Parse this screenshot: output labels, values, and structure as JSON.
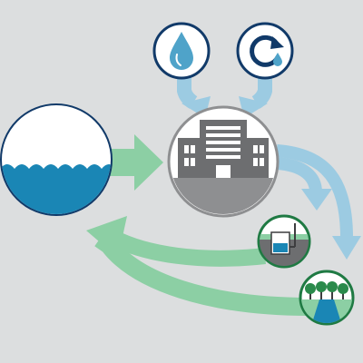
{
  "colors": {
    "background": "#dcdedf",
    "water_blue": "#1a86b5",
    "icon_blue": "#4fa3c9",
    "ring_navy": "#113a69",
    "ring_gray": "#8e8f91",
    "building_gray": "#6d6e70",
    "flow_green": "#8ccfa4",
    "flow_blue": "#9ccbe2",
    "node_green": "#1f7a43",
    "tree_green": "#2a8a4b"
  },
  "nodes": {
    "water_body": {
      "icon": "water-waves-icon"
    },
    "water_supply": {
      "icon": "water-drop-icon"
    },
    "water_reuse": {
      "icon": "recycle-water-icon"
    },
    "facility": {
      "icon": "building-icon"
    },
    "storage": {
      "icon": "storage-tank-icon"
    },
    "green_infrastructure": {
      "icon": "trees-stream-icon"
    }
  },
  "flows": {
    "water_to_facility": "green",
    "supply_to_facility": "blue",
    "reuse_to_facility": "blue",
    "facility_to_storage": "blue",
    "facility_to_green": "blue",
    "storage_to_water": "green",
    "green_to_water": "green"
  }
}
